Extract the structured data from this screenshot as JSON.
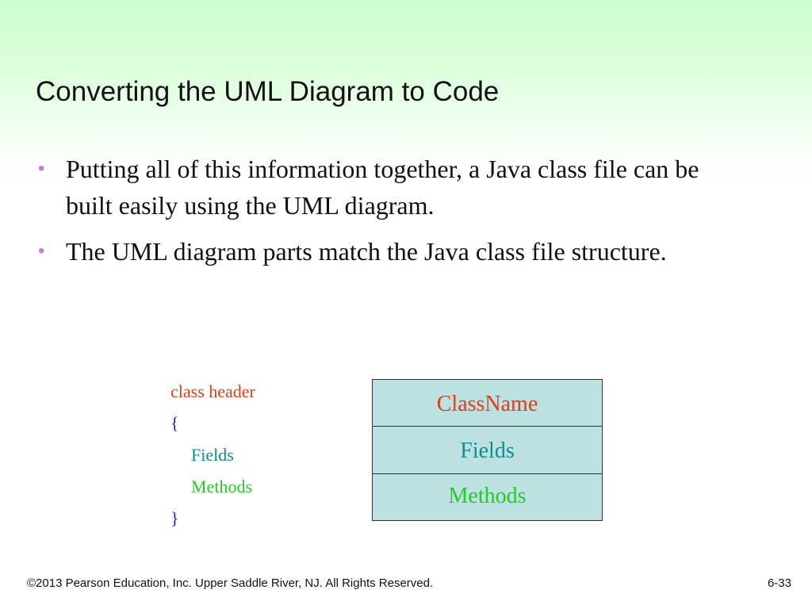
{
  "slide": {
    "title": "Converting the UML Diagram to Code",
    "bullets": [
      "Putting all of this information together, a Java class file can be built easily using the UML diagram.",
      "The UML diagram parts match the Java class file structure."
    ],
    "bullet_symbol": "•",
    "code": {
      "class_header": "class header",
      "open_brace": "{",
      "fields": "Fields",
      "methods": "Methods",
      "close_brace": "}"
    },
    "uml": {
      "class_name": "ClassName",
      "fields": "Fields",
      "methods": "Methods"
    },
    "footer": {
      "copyright": "©2013 Pearson Education, Inc. Upper Saddle River, NJ. All Rights Reserved.",
      "page_number": "6-33"
    }
  },
  "colors": {
    "background_top": "#ccffcc",
    "bullet": "#cc77dd",
    "class_header": "#e63a12",
    "braces": "#2a2ab8",
    "fields": "#0e8f8f",
    "methods": "#22cc22",
    "uml_fill": "#bde0e0"
  }
}
